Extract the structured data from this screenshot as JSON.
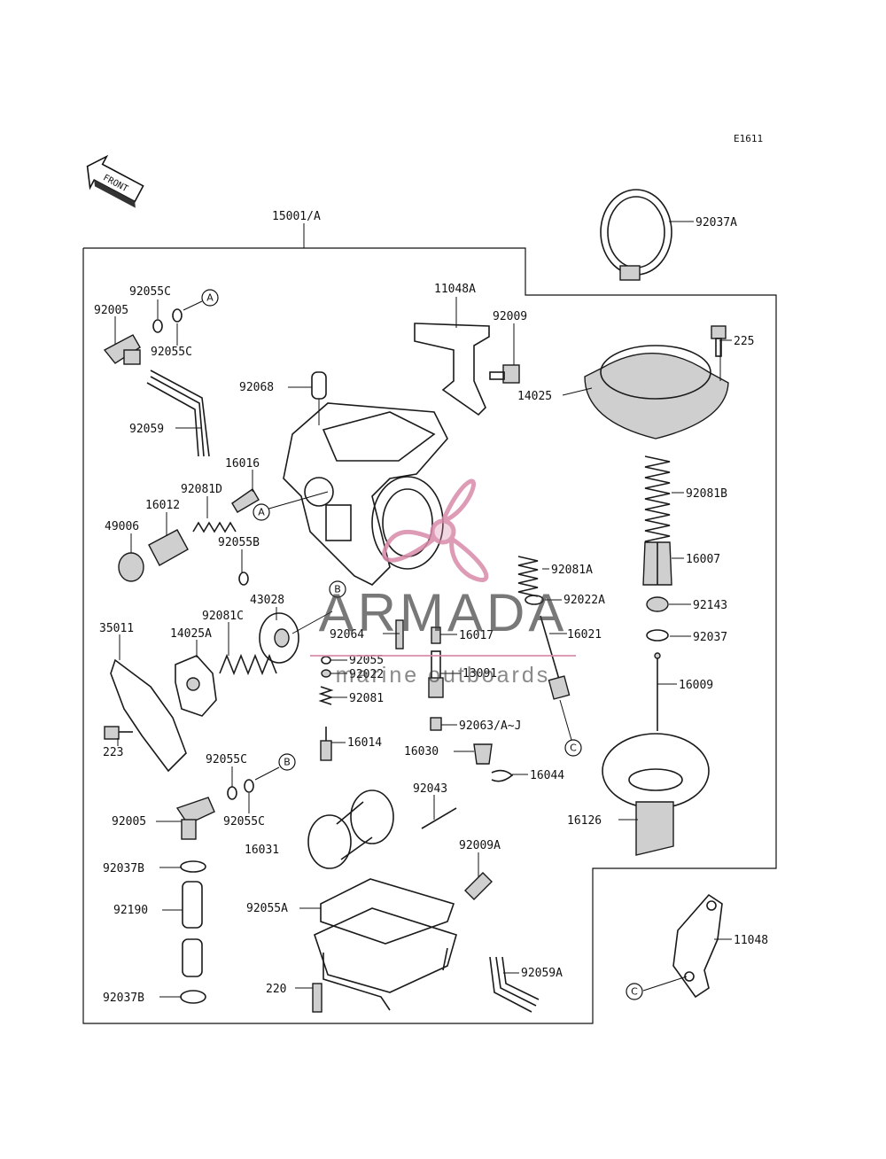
{
  "diagram_code": "E1611",
  "front_label": "FRONT",
  "assembly_label": "15001/A",
  "parts": [
    "92037A",
    "11048A",
    "92009",
    "225",
    "14025",
    "92081B",
    "16007",
    "92143",
    "92037",
    "16009",
    "16126",
    "92055C",
    "92005",
    "92055C",
    "92068",
    "92059",
    "16016",
    "92081D",
    "16012",
    "49006",
    "92055B",
    "92081A",
    "92022A",
    "43028",
    "92081C",
    "14025A",
    "35011",
    "223",
    "92064",
    "16017",
    "16021",
    "92055",
    "92022",
    "13091",
    "92081",
    "92063/A~J",
    "16014",
    "16030",
    "16044",
    "92055C",
    "92005",
    "92055C",
    "92043",
    "16031",
    "92037B",
    "92009A",
    "92190",
    "92055A",
    "92059A",
    "220",
    "92037B",
    "11048"
  ],
  "refs": [
    "A",
    "A",
    "B",
    "B",
    "C",
    "C"
  ],
  "watermark": {
    "brand": "ARMADA",
    "tagline": "marine outboards",
    "accent_color": "#d98aa9",
    "text_color": "#3a3a3a"
  }
}
